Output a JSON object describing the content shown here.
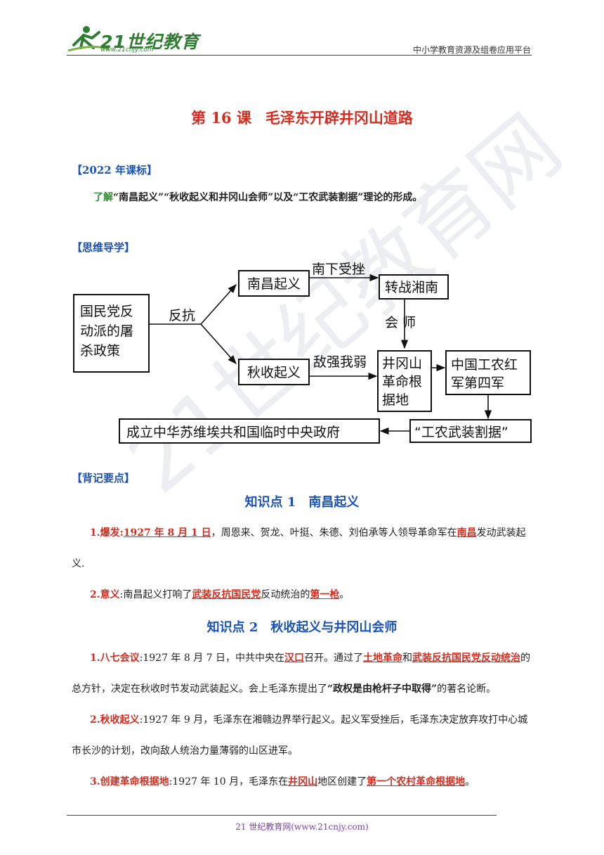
{
  "header": {
    "logo_text": "21世纪教育",
    "logo_url": "www.21cnjy.com",
    "right_text": "中小学教育资源及组卷应用平台"
  },
  "title": {
    "lesson": "第 16 课",
    "name": "毛泽东开辟井冈山道路"
  },
  "standard": {
    "heading": "【2022 年课标】",
    "verb": "了解",
    "text": "“南昌起义”“秋收起义和井冈山会师”以及“工农武装割据”理论的形成。"
  },
  "mindmap": {
    "heading": "【思维导学】",
    "box_root": [
      "国民党反",
      "动派的屠",
      "杀政策"
    ],
    "label_resist": "反抗",
    "box_nanchang": "南昌起义",
    "label_south": "南下受挫",
    "box_xiangnan": "转战湘南",
    "label_meet": "会 师",
    "box_autumn": "秋收起义",
    "label_enemy": "敌强我弱",
    "box_jinggang": [
      "井冈山",
      "革命根",
      "据地"
    ],
    "box_redarmy": [
      "中国工农红",
      "军第四军"
    ],
    "box_separatism": "“工农武装割据”",
    "box_soviet": "成立中华苏维埃共和国临时中央政府"
  },
  "memory": {
    "heading": "【背记要点】"
  },
  "kp1": {
    "title": "知识点 1　南昌起义",
    "p1_label": "1.爆发:",
    "p1_date": "1927 年 8 月 1 日",
    "p1_mid": "，周恩来、贺龙、叶挺、朱德、刘伯承等人领导革命军在",
    "p1_place": "南昌",
    "p1_end": "发动武装起义.",
    "p2_label": "2.意义",
    "p2_a": ":南昌起义打响了",
    "p2_u1": "武装反抗国民党",
    "p2_b": "反动统治的",
    "p2_u2": "第一枪",
    "p2_c": "。"
  },
  "kp2": {
    "title": "知识点 2　秋收起义与井冈山会师",
    "p1_label": "1.八七会议",
    "p1_a": ":1927 年 8 月 7 日，中共中央在",
    "p1_u1": "汉口",
    "p1_b": "召开。通过了",
    "p1_u2": "土地革命",
    "p1_c": "和",
    "p1_u3": "武装反抗国民党反动统治",
    "p1_d": "的总方针，决定在秋收时节发动武装起义。会上毛泽东提出了",
    "p1_quote": "“政权是由枪杆子中取得”",
    "p1_e": "的著名论断。",
    "p2_label": "2.秋收起义",
    "p2_text": ":1927 年 9 月，毛泽东在湘赣边界举行起义。起义军受挫后，毛泽东决定放弃攻打中心城市长沙的计划，改向敌人统治力量薄弱的山区进军。",
    "p3_label": "3.创建革命根据地",
    "p3_a": ":1927 年 10 月，毛泽东在",
    "p3_u1": "井冈山",
    "p3_b": "地区创建了",
    "p3_u2": "第一个农村革命根据地",
    "p3_c": "。"
  },
  "footer": {
    "text": "21 世纪教育网(www.21cnjy.com)"
  },
  "watermark": "21世纪教育网"
}
